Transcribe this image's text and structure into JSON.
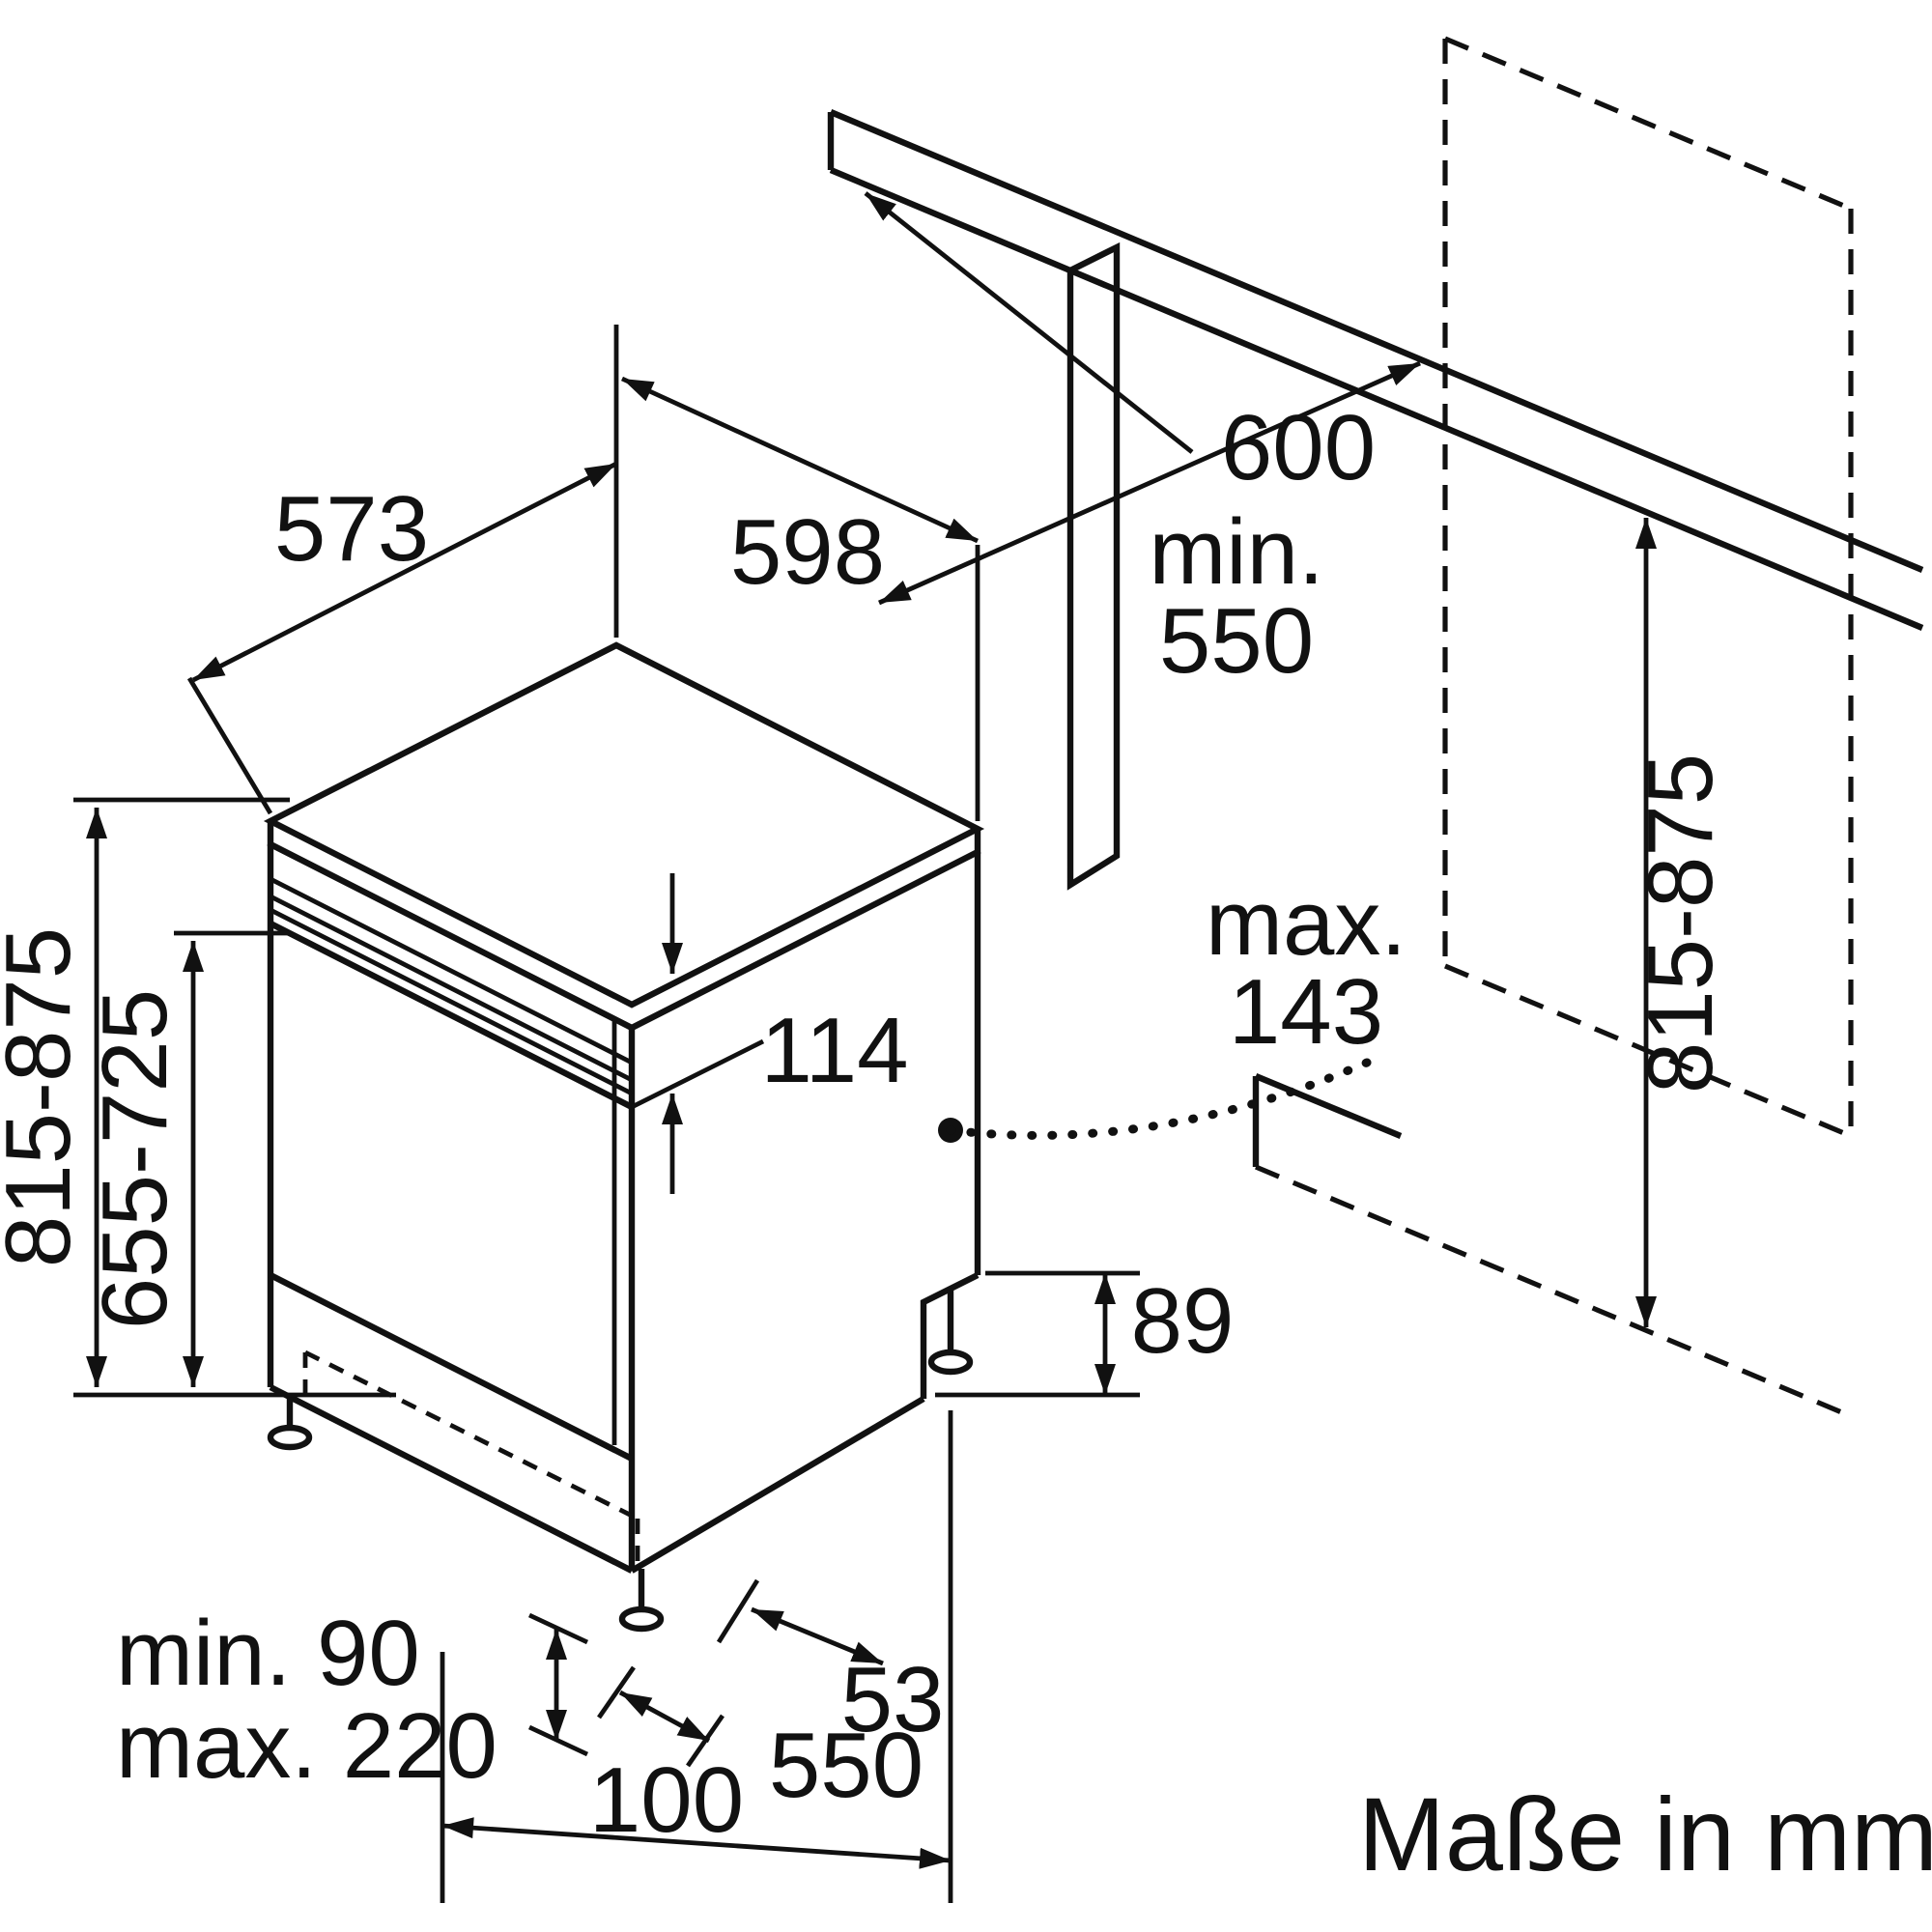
{
  "labels": {
    "depth": "573",
    "width": "598",
    "worktop_depth": "600",
    "niche_depth_min_word": "min.",
    "niche_depth_min_value": "550",
    "height_left": "815-875",
    "door_height": "655-725",
    "control_panel_height": "114",
    "max_word": "max.",
    "max_value": "143",
    "rear_foot_height": "89",
    "foot_inset": "53",
    "plinth_min": "min. 90",
    "plinth_max": "max. 220",
    "foot_depth": "100",
    "base_depth": "550",
    "height_right": "815-875",
    "caption": "Maße in mm"
  }
}
